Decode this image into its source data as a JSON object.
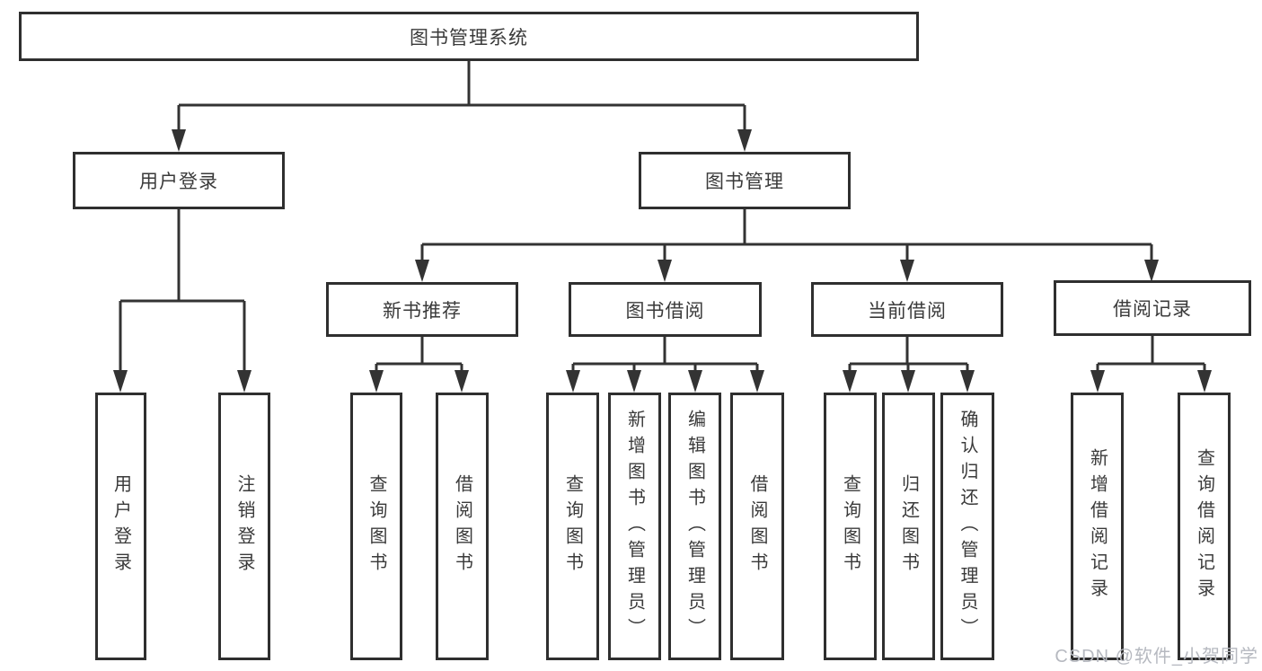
{
  "diagram": {
    "root": {
      "label": "图书管理系统"
    },
    "level2": [
      {
        "label": "用户登录"
      },
      {
        "label": "图书管理"
      }
    ],
    "level3": [
      {
        "label": "新书推荐"
      },
      {
        "label": "图书借阅"
      },
      {
        "label": "当前借阅"
      },
      {
        "label": "借阅记录"
      }
    ],
    "leaves": {
      "user_login": [
        "用户登录",
        "注销登录"
      ],
      "new_book": [
        "查询图书",
        "借阅图书"
      ],
      "book_borrow": [
        "查询图书",
        "新增图书（管理员）",
        "编辑图书（管理员）",
        "借阅图书"
      ],
      "current_borrow": [
        "查询图书",
        "归还图书",
        "确认归还（管理员）"
      ],
      "borrow_record": [
        "新增借阅记录",
        "查询借阅记录"
      ]
    },
    "colors": {
      "line": "#333333",
      "border": "#2f2f2f",
      "text": "#3a3a3a",
      "background": "#ffffff",
      "watermark": "#b6b9c0"
    }
  },
  "watermark": {
    "text": "CSDN @软件_小贺同学"
  }
}
